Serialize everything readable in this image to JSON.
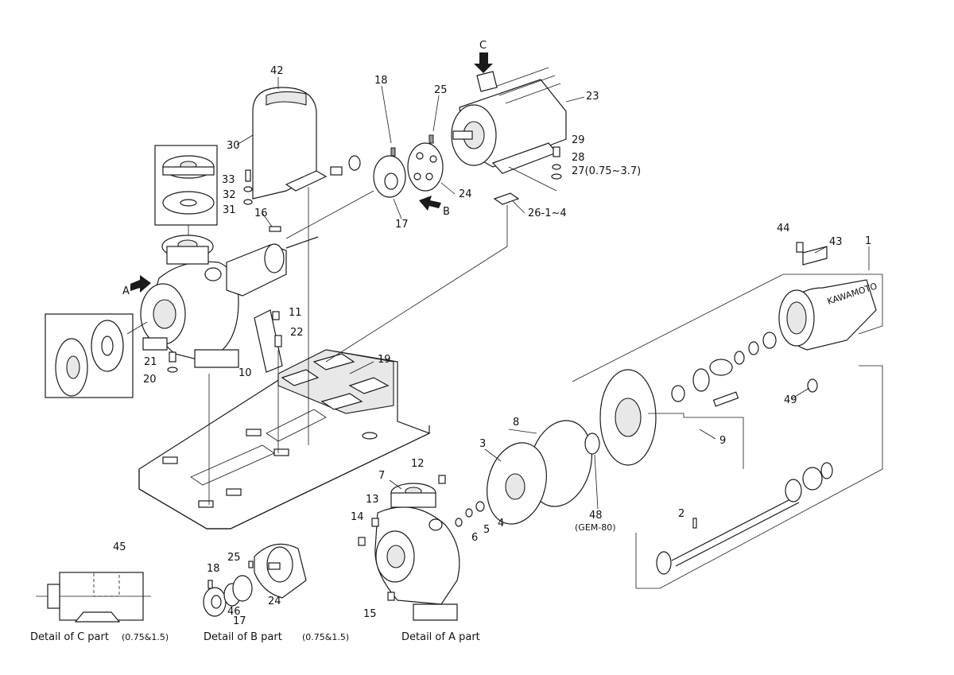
{
  "labels": {
    "l1": "1",
    "l2": "2",
    "l3": "3",
    "l4": "4",
    "l5": "5",
    "l6": "6",
    "l7": "7",
    "l8": "8",
    "l9": "9",
    "l10": "10",
    "l11": "11",
    "l12": "12",
    "l13": "13",
    "l14": "14",
    "l15": "15",
    "l16": "16",
    "l17": "17",
    "l18": "18",
    "l19": "19",
    "l20": "20",
    "l21": "21",
    "l22": "22",
    "l23": "23",
    "l24": "24",
    "l25": "25",
    "l26": "26-1~4",
    "l27": "27(0.75~3.7)",
    "l28": "28",
    "l29": "29",
    "l30": "30",
    "l31": "31",
    "l32": "32",
    "l33": "33",
    "l42": "42",
    "l43": "43",
    "l44": "44",
    "l48": "48",
    "l48sub": "(GEM-80)",
    "l49": "49",
    "b17": "17",
    "b18": "18",
    "b24": "24",
    "b25": "25",
    "b46": "46",
    "c45": "45",
    "arrowA": "A",
    "arrowB": "B",
    "arrowC": "C",
    "brand": "KAWAMOTO"
  },
  "captions": {
    "detail_c": "Detail of C part",
    "detail_c_note": "(0.75&1.5)",
    "detail_b": "Detail of B part",
    "detail_b_note": "(0.75&1.5)",
    "detail_a": "Detail of A part"
  }
}
